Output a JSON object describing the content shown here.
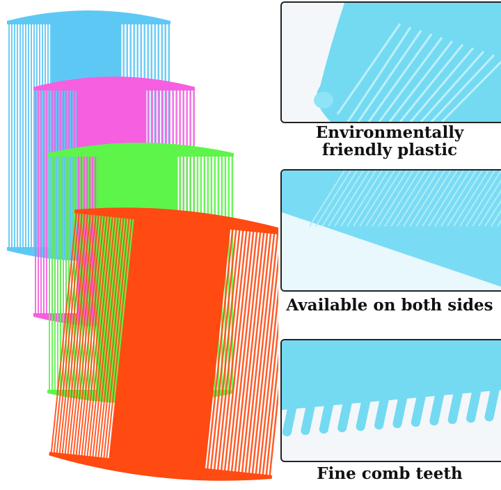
{
  "colors": {
    "blue": "#5ec8f5",
    "pink": "#f55fe0",
    "green": "#5df54a",
    "orange": "#ff4a12",
    "detail": "#6fd6f0"
  },
  "combs": [
    {
      "name": "blue-comb",
      "color": "#5ec8f5"
    },
    {
      "name": "pink-comb",
      "color": "#f55fe0"
    },
    {
      "name": "green-comb",
      "color": "#5df54a"
    },
    {
      "name": "orange-comb",
      "color": "#ff4a12"
    }
  ],
  "features": [
    {
      "caption_line1": "Environmentally",
      "caption_line2": "friendly plastic"
    },
    {
      "caption_line1": "Available on both sides",
      "caption_line2": ""
    },
    {
      "caption_line1": "Fine comb teeth",
      "caption_line2": ""
    }
  ]
}
